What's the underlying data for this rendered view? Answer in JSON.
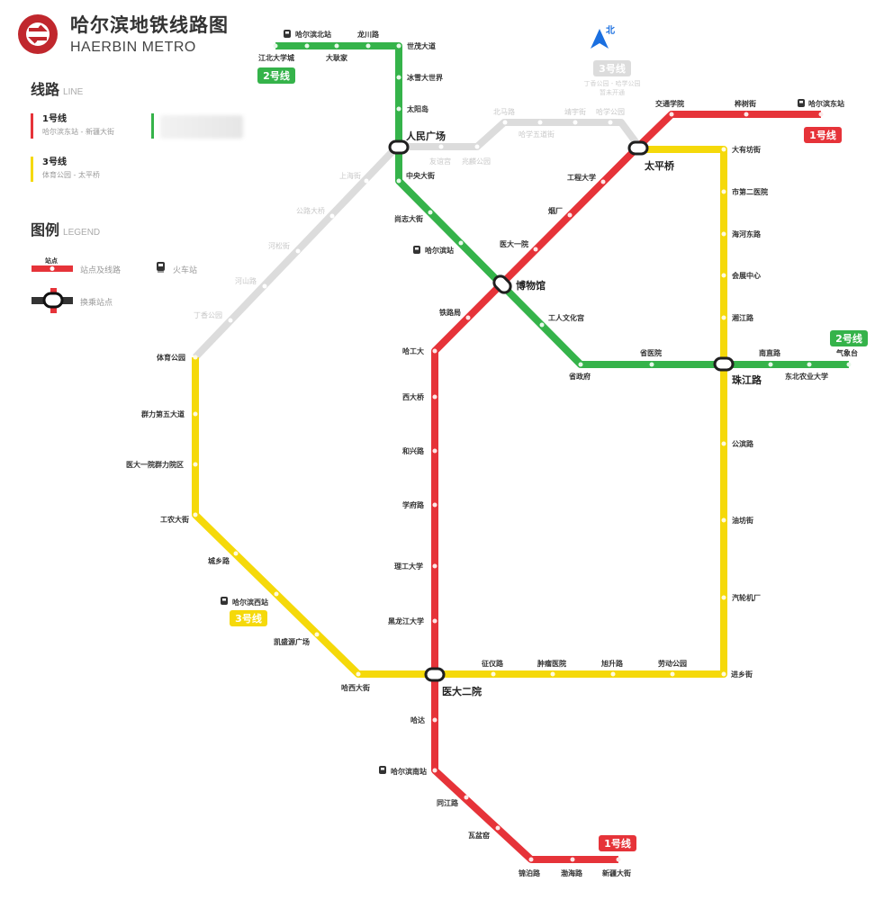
{
  "header": {
    "title_cn": "哈尔滨地铁线路图",
    "title_en": "HAERBIN METRO"
  },
  "sidebar": {
    "lines_heading": "线路",
    "lines_heading_en": "LINE",
    "lines": [
      {
        "name": "1号线",
        "route": "哈尔滨东站 - 新疆大街",
        "color": "#e63339"
      },
      {
        "name": "",
        "route": "",
        "color": "#35b34a"
      },
      {
        "name": "3号线",
        "route": "体育公园 - 太平桥",
        "color": "#f5d90a"
      }
    ],
    "legend_heading": "图例",
    "legend_heading_en": "LEGEND",
    "legend": {
      "station_tag": "站点",
      "station_line": "站点及线路",
      "train_station": "火车站",
      "transfer_station": "换乘站点"
    }
  },
  "compass": {
    "label": "北",
    "color": "#1a6fe0"
  },
  "colors": {
    "line1": "#e63339",
    "line2": "#35b34a",
    "line3": "#f5d90a",
    "line3_planned": "#dcdcdc",
    "transfer_outline": "#1f1f1f"
  },
  "map": {
    "badges": {
      "line1_top": "1号线",
      "line1_bottom": "1号线",
      "line2_left": "2号线",
      "line2_right": "2号线",
      "line3_west": "3号线",
      "line3_planned": "3号线",
      "line3_planned_route": "丁香公园 - 哈学公园",
      "line3_planned_status": "暂未开通"
    },
    "transfers": {
      "renmin_guangchang": "人民广场",
      "bowuguan": "博物馆",
      "taipingqiao": "太平桥",
      "zhujianglu": "珠江路",
      "yida_eryuan": "医大二院"
    },
    "line1_stations": [
      "哈尔滨东站",
      "桦树街",
      "交通学院",
      "太平桥",
      "工程大学",
      "烟厂",
      "医大一院",
      "博物馆",
      "铁路局",
      "哈工大",
      "西大桥",
      "和兴路",
      "学府路",
      "理工大学",
      "黑龙江大学",
      "医大二院",
      "哈达",
      "哈尔滨南站",
      "同江路",
      "瓦盆窑",
      "锦泊路",
      "渤海路",
      "新疆大街"
    ],
    "line2_stations": [
      "江北大学城",
      "哈尔滨北站",
      "大耿家",
      "龙川路",
      "世茂大道",
      "冰雪大世界",
      "太阳岛",
      "人民广场",
      "中央大街",
      "尚志大街",
      "哈尔滨站",
      "博物馆",
      "工人文化宫",
      "省政府",
      "省医院",
      "珠江路",
      "南直路",
      "东北农业大学",
      "气象台"
    ],
    "line3_stations": [
      "体育公园",
      "群力第五大道",
      "医大一院群力院区",
      "工农大街",
      "城乡路",
      "哈尔滨西站",
      "凯盛源广场",
      "哈西大街",
      "医大二院",
      "征仪路",
      "肿瘤医院",
      "旭升路",
      "劳动公园",
      "进乡街",
      "汽轮机厂",
      "油坊街",
      "公滨路",
      "珠江路",
      "湘江路",
      "会展中心",
      "海河东路",
      "市第二医院",
      "大有坊街",
      "太平桥"
    ],
    "line3_planned_stations": [
      "丁香公园",
      "河山路",
      "河松街",
      "公路大桥",
      "上海街",
      "人民广场",
      "友谊宫",
      "兆麟公园",
      "北马路",
      "哈学五道街",
      "靖宇街",
      "哈学公园",
      "太平桥"
    ],
    "train_stations": [
      "哈尔滨北站",
      "哈尔滨东站",
      "哈尔滨站",
      "哈尔滨西站",
      "哈尔滨南站"
    ]
  }
}
